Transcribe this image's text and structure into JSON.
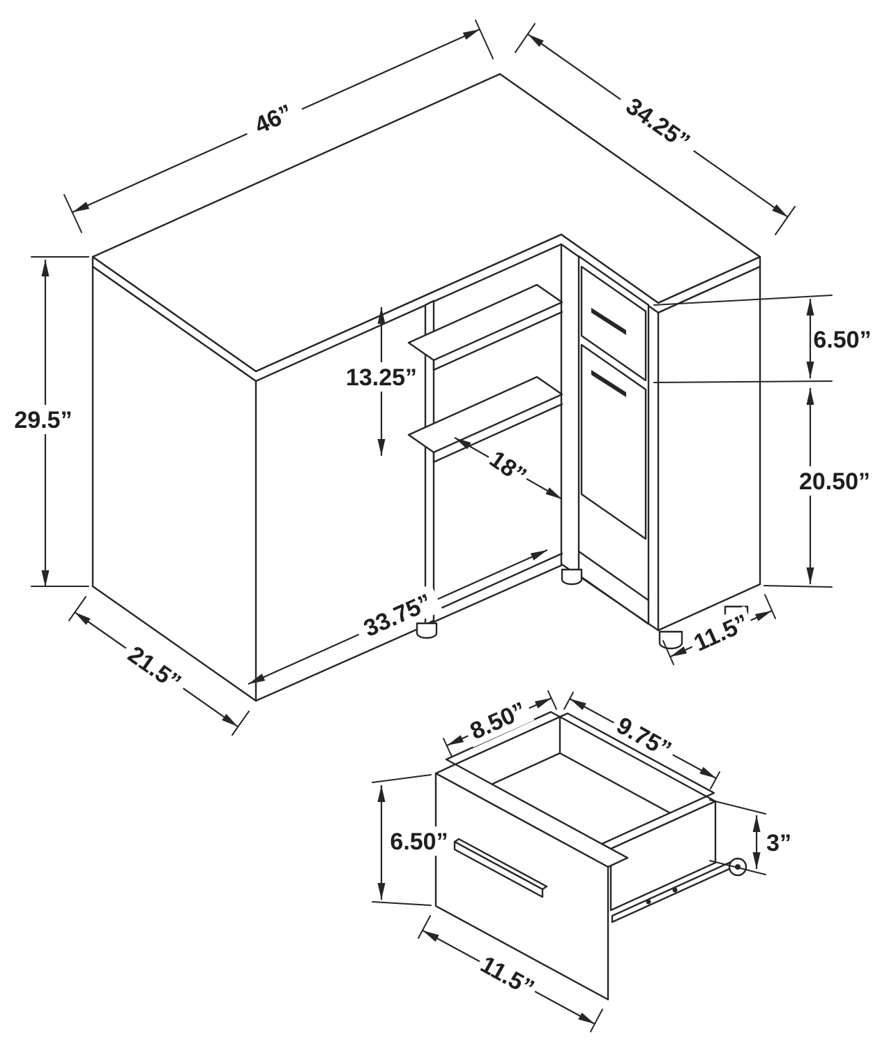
{
  "diagram": {
    "background": "#ffffff",
    "line_color": "#262626",
    "text_color": "#1f1f1f",
    "units": "inches",
    "views": [
      "corner-desk-isometric",
      "drawer-detail-isometric"
    ]
  },
  "desk": {
    "dimensions": {
      "top_length": "46”",
      "return_depth": "34.25”",
      "overall_height": "29.5”",
      "shelf_opening_height": "13.25”",
      "drawer_front_height": "6.50”",
      "shelf_depth": "18”",
      "cabinet_opening_height": "20.50”",
      "front_width": "33.75”",
      "desk_depth": "21.5”",
      "cabinet_width": "11.5”"
    }
  },
  "drawer_detail": {
    "dimensions": {
      "inner_width": "8.50”",
      "inner_depth": "9.75”",
      "front_height": "6.50”",
      "side_height": "3”",
      "front_width": "11.5”"
    }
  }
}
